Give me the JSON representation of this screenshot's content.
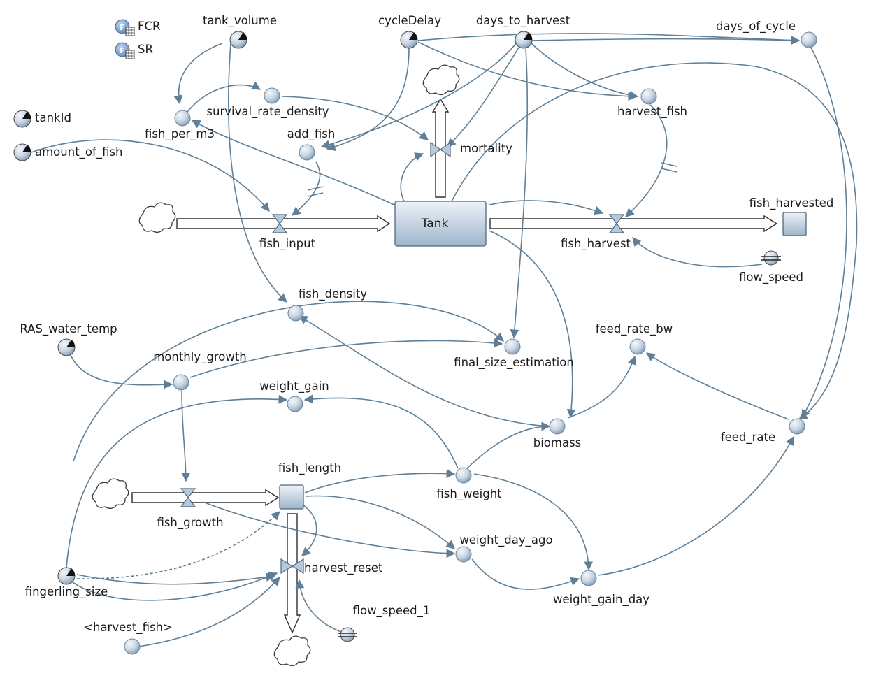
{
  "diagram": {
    "stocks": {
      "tank": "Tank",
      "fish_length": "fish_length",
      "fish_harvested": "fish_harvested"
    },
    "flows": {
      "fish_input": "fish_input",
      "fish_harvest": "fish_harvest",
      "mortality": "mortality",
      "fish_growth": "fish_growth",
      "harvest_reset": "harvest_reset"
    },
    "variables": {
      "tank_volume": "tank_volume",
      "cycleDelay": "cycleDelay",
      "days_to_harvest": "days_to_harvest",
      "days_of_cycle": "days_of_cycle",
      "survival_rate_density": "survival_rate_density",
      "fish_per_m3": "fish_per_m3",
      "tankId": "tankId",
      "amount_of_fish": "amount_of_fish",
      "add_fish": "add_fish",
      "harvest_fish": "harvest_fish",
      "flow_speed": "flow_speed",
      "fish_density": "fish_density",
      "final_size_estimation": "final_size_estimation",
      "feed_rate_bw": "feed_rate_bw",
      "RAS_water_temp": "RAS_water_temp",
      "monthly_growth": "monthly_growth",
      "weight_gain": "weight_gain",
      "biomass": "biomass",
      "feed_rate": "feed_rate",
      "fish_weight": "fish_weight",
      "weight_day_ago": "weight_day_ago",
      "weight_gain_day": "weight_gain_day",
      "fingerling_size": "fingerling_size",
      "harvest_fish_shadow": "<harvest_fish>",
      "flow_speed_1": "flow_speed_1"
    },
    "lookups": {
      "fcr": "FCR",
      "sr": "SR"
    }
  },
  "colors": {
    "link": "#5e7f97",
    "node_light": "#e8eef4",
    "node_dark": "#7f9ab2",
    "stock_light": "#e4ecf4",
    "stock_dark": "#9db5cb",
    "lookup_blue": "#6f95c8"
  }
}
